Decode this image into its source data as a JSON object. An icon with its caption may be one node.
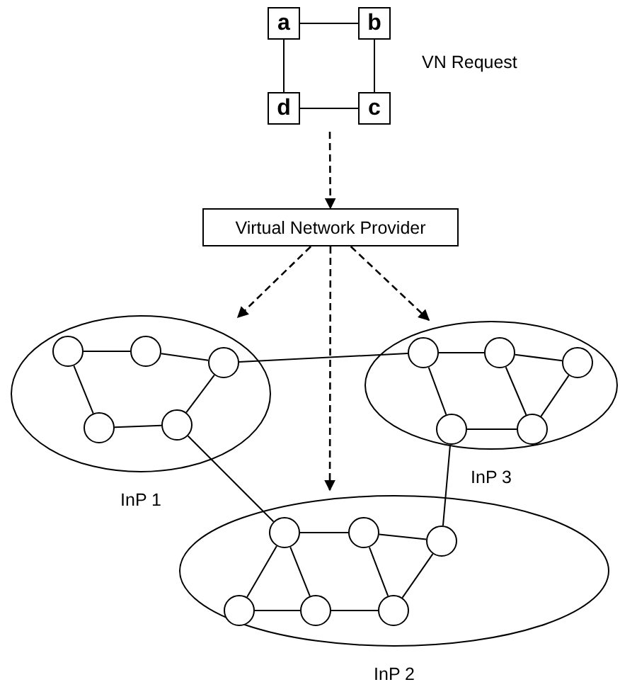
{
  "diagram": {
    "nodes": [
      {
        "text": [
          "a"
        ]
      },
      {
        "text": [
          "b"
        ]
      },
      {
        "text": [
          "d"
        ]
      },
      {
        "text": [
          "c"
        ]
      },
      {
        "text": [
          "Virtual Network Provider"
        ]
      },
      {
        "text": [
          "InP 1"
        ]
      },
      {
        "text": [],
        "shape": "circle",
        "in": 5
      },
      {
        "text": [],
        "shape": "circle",
        "in": 5
      },
      {
        "text": [],
        "shape": "circle",
        "in": 5
      },
      {
        "text": [],
        "shape": "circle",
        "in": 5
      },
      {
        "text": [],
        "shape": "circle",
        "in": 5
      },
      {
        "text": [
          "InP 3"
        ]
      },
      {
        "text": [],
        "shape": "circle",
        "in": 11
      },
      {
        "text": [],
        "shape": "circle",
        "in": 11
      },
      {
        "text": [],
        "shape": "circle",
        "in": 11
      },
      {
        "text": [],
        "shape": "circle",
        "in": 11
      },
      {
        "text": [],
        "shape": "circle",
        "in": 11
      },
      {
        "text": [
          "InP 2"
        ]
      },
      {
        "text": [],
        "shape": "circle",
        "in": 17
      },
      {
        "text": [],
        "shape": "circle",
        "in": 17
      },
      {
        "text": [],
        "shape": "circle",
        "in": 17
      },
      {
        "text": [],
        "shape": "circle",
        "in": 17
      },
      {
        "text": [],
        "shape": "circle",
        "in": 17
      },
      {
        "text": [],
        "shape": "circle",
        "in": 17
      }
    ],
    "edges": [
      {
        "from": 0,
        "to": 1,
        "arrow": "none"
      },
      {
        "from": 0,
        "to": 2,
        "arrow": "none"
      },
      {
        "from": 1,
        "to": 3,
        "arrow": "none"
      },
      {
        "from": 2,
        "to": 3,
        "arrow": "none"
      },
      {
        "from": null,
        "to": 4,
        "arrow": "to",
        "style": "dashed"
      },
      {
        "from": 4,
        "to": 5,
        "arrow": "to",
        "style": "dashed"
      },
      {
        "from": 4,
        "to": 17,
        "arrow": "to",
        "style": "dashed"
      },
      {
        "from": 4,
        "to": 11,
        "arrow": "to",
        "style": "dashed"
      },
      {
        "from": 6,
        "to": 7,
        "arrow": "none"
      },
      {
        "from": 7,
        "to": 8,
        "arrow": "none"
      },
      {
        "from": 6,
        "to": 9,
        "arrow": "none"
      },
      {
        "from": 8,
        "to": 10,
        "arrow": "none"
      },
      {
        "from": 9,
        "to": 10,
        "arrow": "none"
      },
      {
        "from": 12,
        "to": 13,
        "arrow": "none"
      },
      {
        "from": 13,
        "to": 14,
        "arrow": "none"
      },
      {
        "from": 12,
        "to": 15,
        "arrow": "none"
      },
      {
        "from": 13,
        "to": 16,
        "arrow": "none"
      },
      {
        "from": 14,
        "to": 16,
        "arrow": "none"
      },
      {
        "from": 15,
        "to": 16,
        "arrow": "none"
      },
      {
        "from": 18,
        "to": 19,
        "arrow": "none"
      },
      {
        "from": 19,
        "to": 20,
        "arrow": "none"
      },
      {
        "from": 18,
        "to": 21,
        "arrow": "none"
      },
      {
        "from": 18,
        "to": 22,
        "arrow": "none"
      },
      {
        "from": 21,
        "to": 22,
        "arrow": "none"
      },
      {
        "from": 22,
        "to": 23,
        "arrow": "none"
      },
      {
        "from": 19,
        "to": 23,
        "arrow": "none"
      },
      {
        "from": 20,
        "to": 23,
        "arrow": "none"
      },
      {
        "from": 8,
        "to": 12,
        "arrow": "none"
      },
      {
        "from": 10,
        "to": 18,
        "arrow": "none"
      },
      {
        "from": 15,
        "to": 20,
        "arrow": "none"
      }
    ],
    "labels": [
      "VN Request"
    ]
  }
}
